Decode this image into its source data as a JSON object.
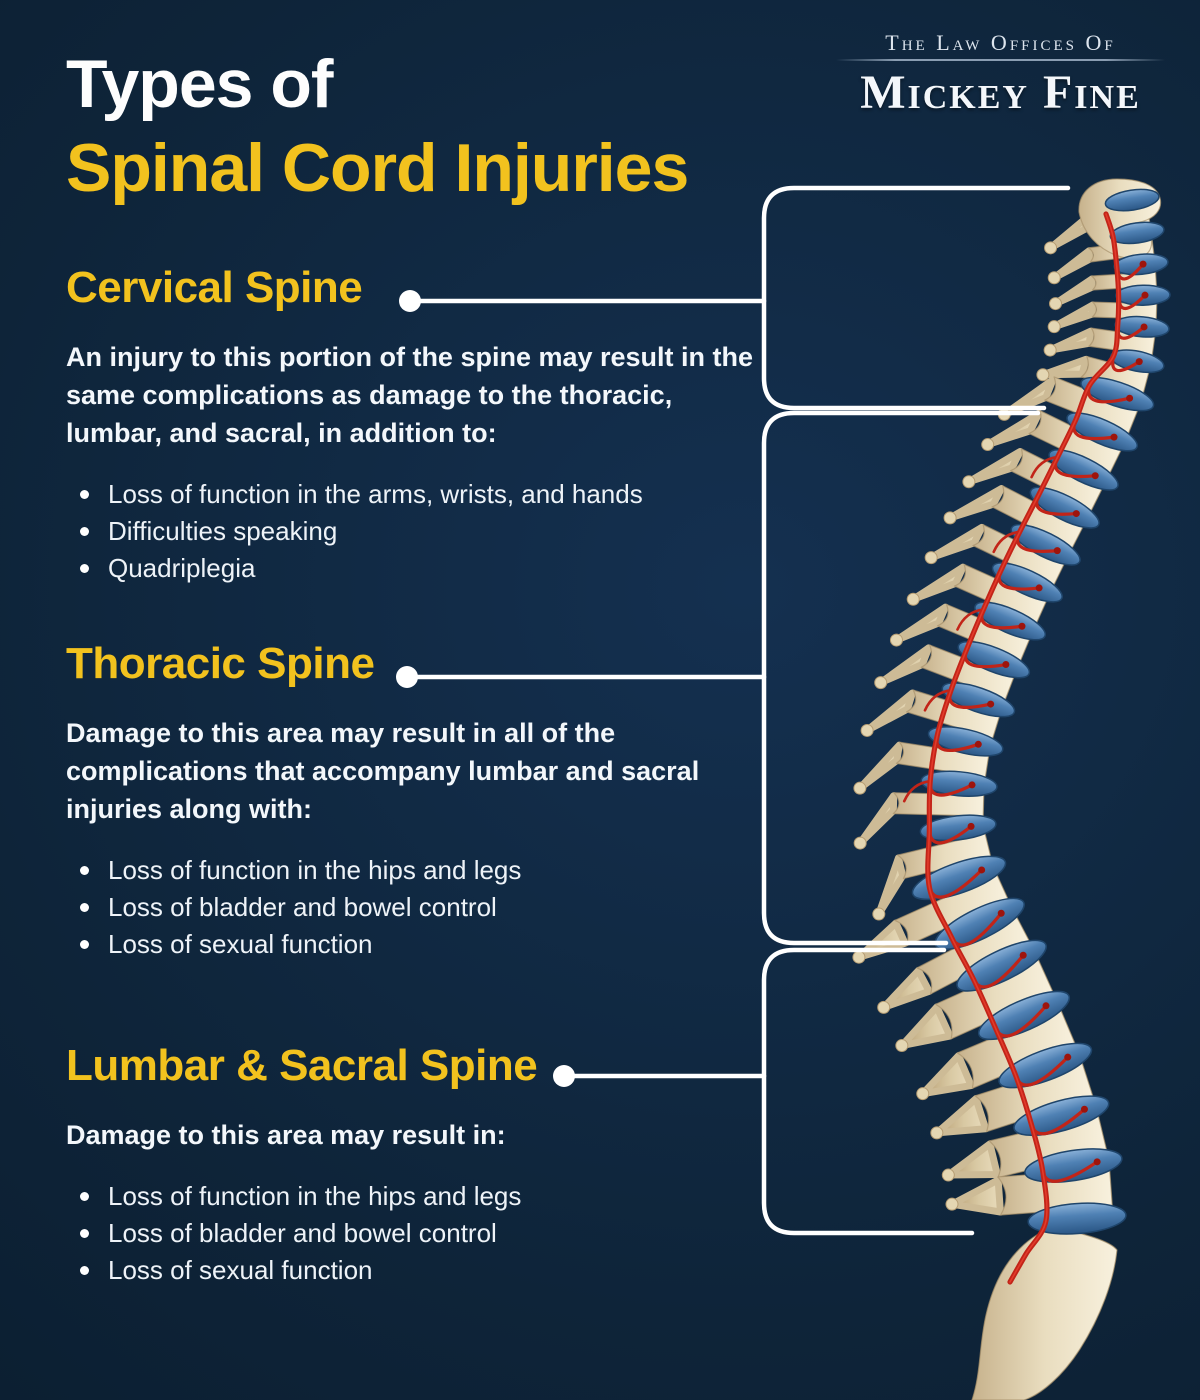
{
  "header": {
    "title_line1": "Types of",
    "title_line2": "Spinal Cord Injuries"
  },
  "logo": {
    "tagline": "The Law Offices Of",
    "name": "Mickey Fine"
  },
  "sections": [
    {
      "id": "cervical",
      "heading": "Cervical Spine",
      "intro": "An injury to this portion of the spine may result in the same complications as damage to the thoracic, lumbar, and sacral, in addition to:",
      "bullets": [
        "Loss of function in the arms, wrists, and hands",
        "Difficulties speaking",
        "Quadriplegia"
      ]
    },
    {
      "id": "thoracic",
      "heading": "Thoracic Spine",
      "intro": "Damage to this area may result in all of the complications that accompany lumbar and sacral injuries along with:",
      "bullets": [
        "Loss of function in the hips and legs",
        "Loss of bladder and bowel control",
        "Loss of sexual function"
      ]
    },
    {
      "id": "lumbar_sacral",
      "heading": "Lumbar & Sacral Spine",
      "intro": "Damage to this area may result in:",
      "bullets": [
        "Loss of function in the hips and legs",
        "Loss of bladder and bowel control",
        "Loss of sexual function"
      ]
    }
  ],
  "diagram": {
    "illustration": "human-spine-side-view",
    "regions": [
      "Cervical",
      "Thoracic",
      "Lumbar & Sacral"
    ]
  },
  "colors": {
    "background_navy": "#0E2439",
    "accent_yellow": "#F2C21E",
    "text_white": "#F3F7FB",
    "connector_white": "#FFFFFF",
    "disc_blue": "#4F81B4",
    "bone_beige": "#E9DDBF",
    "nerve_red": "#C62217"
  }
}
